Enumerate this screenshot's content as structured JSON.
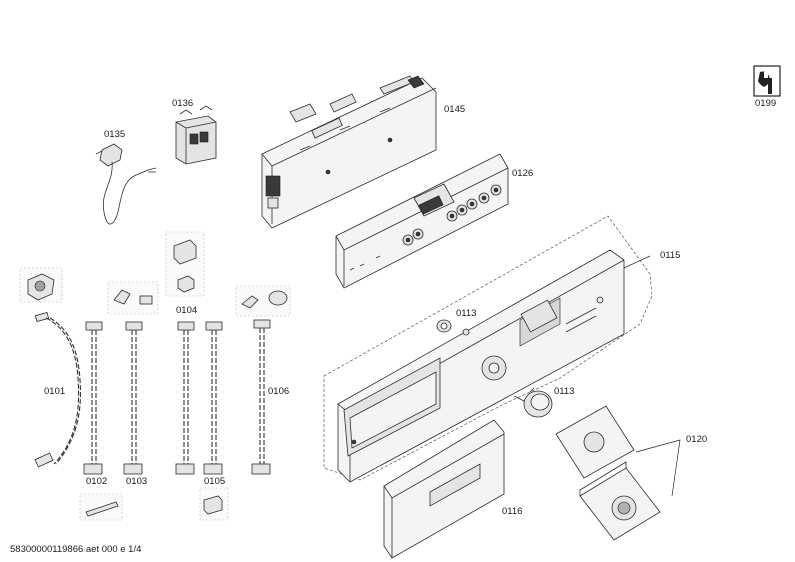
{
  "parts": {
    "p0101": "0101",
    "p0102": "0102",
    "p0103": "0103",
    "p0104": "0104",
    "p0105": "0105",
    "p0106": "0106",
    "p0113a": "0113",
    "p0113b": "0113",
    "p0115": "0115",
    "p0116": "0116",
    "p0120": "0120",
    "p0126": "0126",
    "p0135": "0135",
    "p0136": "0136",
    "p0145": "0145",
    "p0199": "0199"
  },
  "footer": "58300000119866 aet 000 e 1/4",
  "icons": {
    "service": "wrench-icon"
  }
}
